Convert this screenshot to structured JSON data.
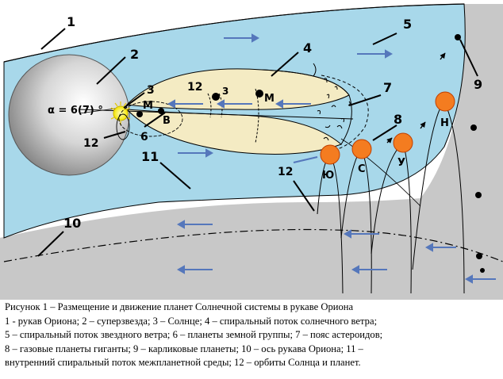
{
  "diagram": {
    "number_labels": {
      "n1": "1",
      "n2": "2",
      "n3": "3",
      "n3b": "3",
      "n4": "4",
      "n5": "5",
      "n6": "6",
      "n7": "7",
      "n8": "8",
      "n9": "9",
      "n10": "10",
      "n11": "11",
      "n12a": "12",
      "n12b": "12",
      "n12c": "12"
    },
    "alpha_label": "α = 6(7) °",
    "letter_labels": {
      "m1": "М",
      "v": "В",
      "m2": "М",
      "yu": "Ю",
      "s": "С",
      "u": "У",
      "n": "Н"
    },
    "colors": {
      "arm": "#a8d8ea",
      "outer": "#c8c8c8",
      "wind": "#f4ebc3",
      "giant": "#f47c20",
      "arrow": "#5577bb"
    }
  },
  "caption": {
    "line1": "Рисунок 1 – Размещение и движение планет Солнечной системы в рукаве Ориона",
    "line2": "1 - рукав Ориона; 2 – суперзвезда; 3 – Солнце; 4 – спиральный поток солнечного ветра;",
    "line3": "5 – спиральный поток звездного ветра; 6 – планеты земной группы; 7 – пояс астероидов;",
    "line4": "8 – газовые планеты гиганты; 9 – карликовые планеты; 10 – ось рукава Ориона; 11 –",
    "line5": "внутренний спиральный поток межпланетной среды; 12 – орбиты Солнца и планет."
  }
}
